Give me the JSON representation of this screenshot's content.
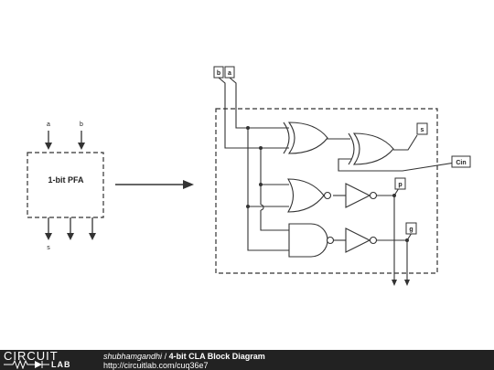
{
  "diagram": {
    "pfa_block": {
      "title": "1-bit PFA",
      "input_a": "a",
      "input_b": "b",
      "output_s": "s"
    },
    "terminals": {
      "b": "b",
      "a": "a",
      "s": "s",
      "cin": "Cin",
      "p": "p",
      "g": "g"
    }
  },
  "footer": {
    "logo_top": "CIRCUIT",
    "logo_bottom": "LAB",
    "author": "shubhamgandhi",
    "separator": " / ",
    "title": "4-bit CLA Block Diagram",
    "url": "http://circuitlab.com/cuq36e7"
  }
}
